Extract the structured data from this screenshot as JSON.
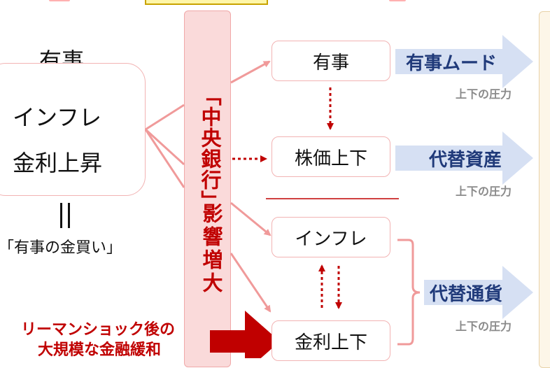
{
  "left": {
    "items": [
      "有事",
      "インフレ",
      "金利上昇"
    ],
    "equals": "||",
    "caption": "「有事の金買い」"
  },
  "central_bank": {
    "quoted": "「中央銀行」",
    "tail": "影響増大"
  },
  "lehman": {
    "line1": "リーマンショック後の",
    "line2": "大規模な金融緩和"
  },
  "boxes": {
    "emergency": "有事",
    "stock": "株価上下",
    "inflation": "インフレ",
    "interest": "金利上下"
  },
  "outputs": [
    {
      "label": "有事ムード",
      "pressure": "上下の圧力"
    },
    {
      "label": "代替資産",
      "pressure": "上下の圧力"
    },
    {
      "label": "代替通貨",
      "pressure": "上下の圧力"
    }
  ],
  "colors": {
    "pink_line": "#f09a9a",
    "dark_red": "#c00000",
    "light_blue": "#d6e0f3",
    "navy": "#203a7a",
    "tan_fill": "#fdf6e8",
    "tan_border": "#e8d2a8"
  }
}
